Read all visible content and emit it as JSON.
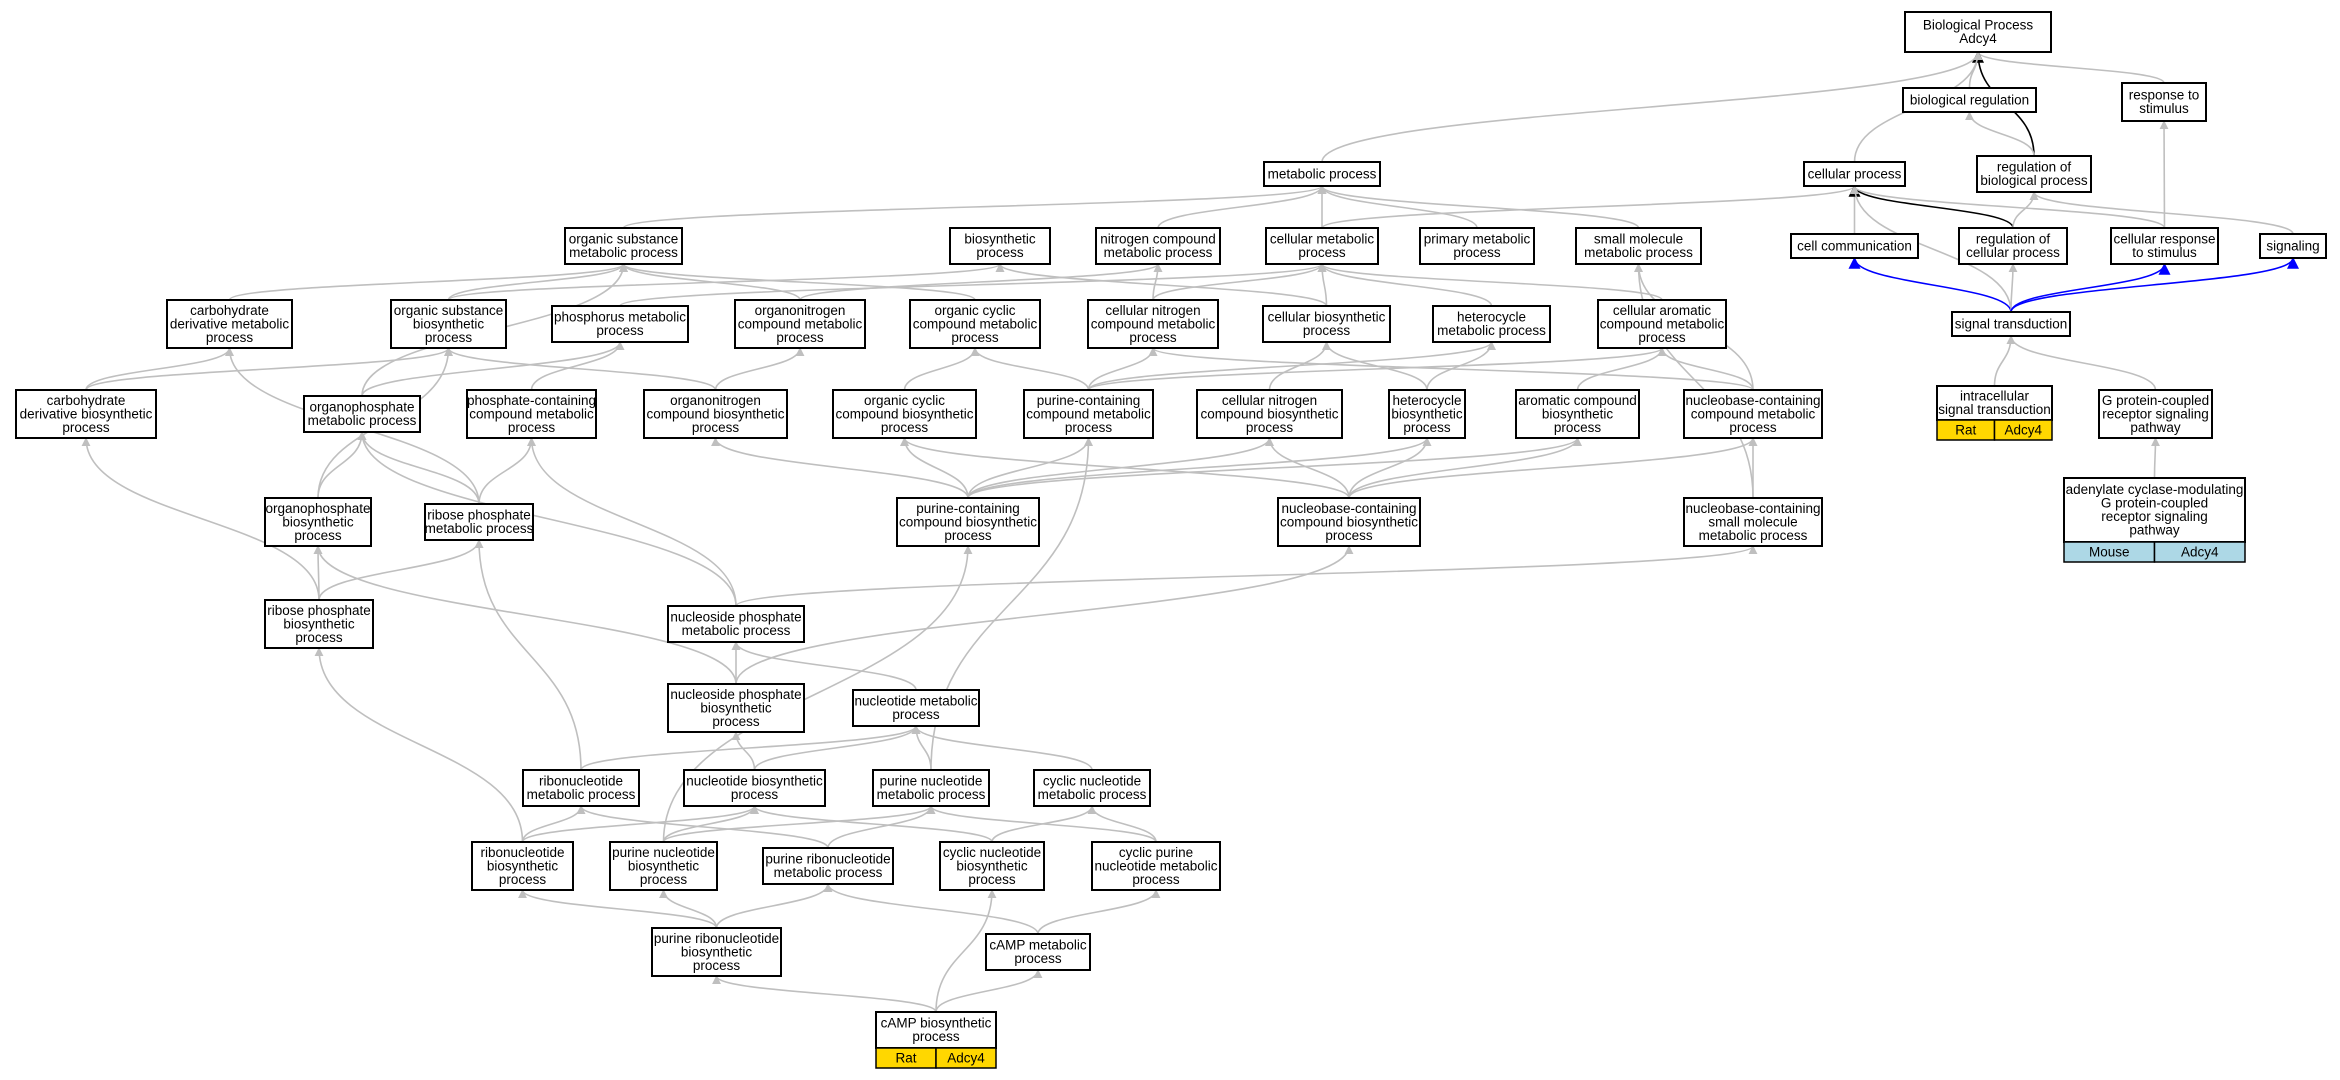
{
  "colors": {
    "edge_default": "#bfbfbf",
    "edge_black": "#000000",
    "edge_blue": "#0000ff",
    "tag_rat": "#ffd700",
    "tag_mouse": "#add8e6"
  },
  "nodes": [
    {
      "id": "bp",
      "lines": [
        "Biological Process",
        "Adcy4"
      ]
    },
    {
      "id": "bioreg",
      "lines": [
        "biological regulation"
      ]
    },
    {
      "id": "resp",
      "lines": [
        "response to",
        "stimulus"
      ]
    },
    {
      "id": "metab",
      "lines": [
        "metabolic process"
      ]
    },
    {
      "id": "cellproc",
      "lines": [
        "cellular process"
      ]
    },
    {
      "id": "regbio",
      "lines": [
        "regulation of",
        "biological process"
      ]
    },
    {
      "id": "orgsub",
      "lines": [
        "organic substance",
        "metabolic process"
      ]
    },
    {
      "id": "biosyn",
      "lines": [
        "biosynthetic",
        "process"
      ]
    },
    {
      "id": "nitro",
      "lines": [
        "nitrogen compound",
        "metabolic process"
      ]
    },
    {
      "id": "cellmet",
      "lines": [
        "cellular metabolic",
        "process"
      ]
    },
    {
      "id": "primary",
      "lines": [
        "primary metabolic",
        "process"
      ]
    },
    {
      "id": "smallmol",
      "lines": [
        "small molecule",
        "metabolic process"
      ]
    },
    {
      "id": "cellcomm",
      "lines": [
        "cell communication"
      ]
    },
    {
      "id": "regcell",
      "lines": [
        "regulation of",
        "cellular process"
      ]
    },
    {
      "id": "cellresp",
      "lines": [
        "cellular response",
        "to stimulus"
      ]
    },
    {
      "id": "signaling",
      "lines": [
        "signaling"
      ]
    },
    {
      "id": "carbder",
      "lines": [
        "carbohydrate",
        "derivative metabolic",
        "process"
      ]
    },
    {
      "id": "orgsubbio",
      "lines": [
        "organic substance",
        "biosynthetic",
        "process"
      ]
    },
    {
      "id": "phosmet",
      "lines": [
        "phosphorus metabolic",
        "process"
      ]
    },
    {
      "id": "orgnitro",
      "lines": [
        "organonitrogen",
        "compound metabolic",
        "process"
      ]
    },
    {
      "id": "orgcyc",
      "lines": [
        "organic cyclic",
        "compound metabolic",
        "process"
      ]
    },
    {
      "id": "cellnitro",
      "lines": [
        "cellular nitrogen",
        "compound metabolic",
        "process"
      ]
    },
    {
      "id": "cellbio",
      "lines": [
        "cellular biosynthetic",
        "process"
      ]
    },
    {
      "id": "hetero",
      "lines": [
        "heterocycle",
        "metabolic process"
      ]
    },
    {
      "id": "cellarom",
      "lines": [
        "cellular aromatic",
        "compound metabolic",
        "process"
      ]
    },
    {
      "id": "sigtrans",
      "lines": [
        "signal transduction"
      ]
    },
    {
      "id": "carbderbio",
      "lines": [
        "carbohydrate",
        "derivative biosynthetic",
        "process"
      ]
    },
    {
      "id": "orgphos",
      "lines": [
        "organophosphate",
        "metabolic process"
      ]
    },
    {
      "id": "phoscont",
      "lines": [
        "phosphate-containing",
        "compound metabolic",
        "process"
      ]
    },
    {
      "id": "orgnitrobio",
      "lines": [
        "organonitrogen",
        "compound biosynthetic",
        "process"
      ]
    },
    {
      "id": "orgcycbio",
      "lines": [
        "organic cyclic",
        "compound biosynthetic",
        "process"
      ]
    },
    {
      "id": "purcont",
      "lines": [
        "purine-containing",
        "compound metabolic",
        "process"
      ]
    },
    {
      "id": "cellnitrobio",
      "lines": [
        "cellular nitrogen",
        "compound biosynthetic",
        "process"
      ]
    },
    {
      "id": "heterobio",
      "lines": [
        "heterocycle",
        "biosynthetic",
        "process"
      ]
    },
    {
      "id": "arombio",
      "lines": [
        "aromatic compound",
        "biosynthetic",
        "process"
      ]
    },
    {
      "id": "nucbase",
      "lines": [
        "nucleobase-containing",
        "compound metabolic",
        "process"
      ]
    },
    {
      "id": "intracell",
      "lines": [
        "intracellular",
        "signal transduction"
      ],
      "tags": [
        {
          "label": "Rat",
          "color": "#ffd700"
        },
        {
          "label": "Adcy4",
          "color": "#ffd700"
        }
      ]
    },
    {
      "id": "gpcr",
      "lines": [
        "G protein-coupled",
        "receptor signaling",
        "pathway"
      ]
    },
    {
      "id": "orgphosbio",
      "lines": [
        "organophosphate",
        "biosynthetic",
        "process"
      ]
    },
    {
      "id": "ribphos",
      "lines": [
        "ribose phosphate",
        "metabolic process"
      ]
    },
    {
      "id": "purcontbio",
      "lines": [
        "purine-containing",
        "compound biosynthetic",
        "process"
      ]
    },
    {
      "id": "nucbasebio",
      "lines": [
        "nucleobase-containing",
        "compound biosynthetic",
        "process"
      ]
    },
    {
      "id": "nucbasesmall",
      "lines": [
        "nucleobase-containing",
        "small molecule",
        "metabolic process"
      ]
    },
    {
      "id": "adenylate",
      "lines": [
        "adenylate cyclase-modulating",
        "G protein-coupled",
        "receptor signaling",
        "pathway"
      ],
      "tags": [
        {
          "label": "Mouse",
          "color": "#add8e6"
        },
        {
          "label": "Adcy4",
          "color": "#add8e6"
        }
      ]
    },
    {
      "id": "ribphosbio",
      "lines": [
        "ribose phosphate",
        "biosynthetic",
        "process"
      ]
    },
    {
      "id": "nucsidephos",
      "lines": [
        "nucleoside phosphate",
        "metabolic process"
      ]
    },
    {
      "id": "nucsidephosbio",
      "lines": [
        "nucleoside phosphate",
        "biosynthetic",
        "process"
      ]
    },
    {
      "id": "nucmet",
      "lines": [
        "nucleotide metabolic",
        "process"
      ]
    },
    {
      "id": "ribnucmet",
      "lines": [
        "ribonucleotide",
        "metabolic process"
      ]
    },
    {
      "id": "nucbio",
      "lines": [
        "nucleotide biosynthetic",
        "process"
      ]
    },
    {
      "id": "purnucmet",
      "lines": [
        "purine nucleotide",
        "metabolic process"
      ]
    },
    {
      "id": "cycnucmet",
      "lines": [
        "cyclic nucleotide",
        "metabolic process"
      ]
    },
    {
      "id": "ribnucbio",
      "lines": [
        "ribonucleotide",
        "biosynthetic",
        "process"
      ]
    },
    {
      "id": "purnucbio",
      "lines": [
        "purine nucleotide",
        "biosynthetic",
        "process"
      ]
    },
    {
      "id": "purribmet",
      "lines": [
        "purine ribonucleotide",
        "metabolic process"
      ]
    },
    {
      "id": "cycnucbio",
      "lines": [
        "cyclic nucleotide",
        "biosynthetic",
        "process"
      ]
    },
    {
      "id": "cycpur",
      "lines": [
        "cyclic purine",
        "nucleotide metabolic",
        "process"
      ]
    },
    {
      "id": "purribbio",
      "lines": [
        "purine ribonucleotide",
        "biosynthetic",
        "process"
      ]
    },
    {
      "id": "camp",
      "lines": [
        "cAMP metabolic",
        "process"
      ]
    },
    {
      "id": "campbio",
      "lines": [
        "cAMP biosynthetic",
        "process"
      ],
      "tags": [
        {
          "label": "Rat",
          "color": "#ffd700"
        },
        {
          "label": "Adcy4",
          "color": "#ffd700"
        }
      ]
    }
  ],
  "edges": [
    [
      "bioreg",
      "bp",
      "default"
    ],
    [
      "resp",
      "bp",
      "default"
    ],
    [
      "regbio",
      "bp",
      "black"
    ],
    [
      "metab",
      "bp",
      "default"
    ],
    [
      "cellproc",
      "bp",
      "default"
    ],
    [
      "regbio",
      "bioreg",
      "default"
    ],
    [
      "cellresp",
      "resp",
      "default"
    ],
    [
      "orgsub",
      "metab",
      "default"
    ],
    [
      "nitro",
      "metab",
      "default"
    ],
    [
      "cellmet",
      "metab",
      "default"
    ],
    [
      "primary",
      "metab",
      "default"
    ],
    [
      "smallmol",
      "metab",
      "default"
    ],
    [
      "cellmet",
      "cellproc",
      "default"
    ],
    [
      "cellcomm",
      "cellproc",
      "default"
    ],
    [
      "regcell",
      "cellproc",
      "black"
    ],
    [
      "cellresp",
      "cellproc",
      "default"
    ],
    [
      "sigtrans",
      "cellproc",
      "default"
    ],
    [
      "regcell",
      "regbio",
      "default"
    ],
    [
      "signaling",
      "regbio",
      "default"
    ],
    [
      "carbder",
      "orgsub",
      "default"
    ],
    [
      "orgsubbio",
      "orgsub",
      "default"
    ],
    [
      "orgnitro",
      "orgsub",
      "default"
    ],
    [
      "orgcyc",
      "orgsub",
      "default"
    ],
    [
      "orgphos",
      "orgsub",
      "default"
    ],
    [
      "orgsubbio",
      "biosyn",
      "default"
    ],
    [
      "cellbio",
      "biosyn",
      "default"
    ],
    [
      "orgnitro",
      "nitro",
      "default"
    ],
    [
      "cellnitro",
      "nitro",
      "default"
    ],
    [
      "phosmet",
      "cellmet",
      "default"
    ],
    [
      "cellnitro",
      "cellmet",
      "default"
    ],
    [
      "cellbio",
      "cellmet",
      "default"
    ],
    [
      "hetero",
      "cellmet",
      "default"
    ],
    [
      "cellarom",
      "cellmet",
      "default"
    ],
    [
      "nucbase",
      "smallmol",
      "default"
    ],
    [
      "nucbasesmall",
      "smallmol",
      "default"
    ],
    [
      "sigtrans",
      "cellcomm",
      "blue"
    ],
    [
      "sigtrans",
      "regcell",
      "default"
    ],
    [
      "sigtrans",
      "cellresp",
      "blue"
    ],
    [
      "sigtrans",
      "signaling",
      "blue"
    ],
    [
      "intracell",
      "sigtrans",
      "default"
    ],
    [
      "gpcr",
      "sigtrans",
      "default"
    ],
    [
      "adenylate",
      "gpcr",
      "default"
    ],
    [
      "carbderbio",
      "carbder",
      "default"
    ],
    [
      "carbderbio",
      "orgsubbio",
      "default"
    ],
    [
      "orgphos",
      "phosmet",
      "default"
    ],
    [
      "phoscont",
      "phosmet",
      "default"
    ],
    [
      "orgnitrobio",
      "orgnitro",
      "default"
    ],
    [
      "orgnitrobio",
      "orgsubbio",
      "default"
    ],
    [
      "orgcycbio",
      "orgcyc",
      "default"
    ],
    [
      "purcont",
      "orgcyc",
      "default"
    ],
    [
      "purcont",
      "cellnitro",
      "default"
    ],
    [
      "nucbase",
      "cellnitro",
      "default"
    ],
    [
      "cellnitrobio",
      "cellbio",
      "default"
    ],
    [
      "heterobio",
      "cellbio",
      "default"
    ],
    [
      "heterobio",
      "hetero",
      "default"
    ],
    [
      "purcont",
      "hetero",
      "default"
    ],
    [
      "arombio",
      "cellarom",
      "default"
    ],
    [
      "nucbase",
      "cellarom",
      "default"
    ],
    [
      "purcont",
      "cellarom",
      "default"
    ],
    [
      "ribphos",
      "orgphos",
      "default"
    ],
    [
      "orgphosbio",
      "orgphos",
      "default"
    ],
    [
      "nucsidephos",
      "orgphos",
      "default"
    ],
    [
      "ribphos",
      "phoscont",
      "default"
    ],
    [
      "nucsidephos",
      "phoscont",
      "default"
    ],
    [
      "orgphosbio",
      "orgsubbio",
      "default"
    ],
    [
      "ribphos",
      "carbder",
      "default"
    ],
    [
      "purcontbio",
      "purcont",
      "default"
    ],
    [
      "purcontbio",
      "orgcycbio",
      "default"
    ],
    [
      "purcontbio",
      "orgnitrobio",
      "default"
    ],
    [
      "purcontbio",
      "cellnitrobio",
      "default"
    ],
    [
      "purcontbio",
      "heterobio",
      "default"
    ],
    [
      "purcontbio",
      "arombio",
      "default"
    ],
    [
      "nucbasebio",
      "nucbase",
      "default"
    ],
    [
      "nucbasebio",
      "cellnitrobio",
      "default"
    ],
    [
      "nucbasebio",
      "heterobio",
      "default"
    ],
    [
      "nucbasebio",
      "arombio",
      "default"
    ],
    [
      "nucbasebio",
      "orgcycbio",
      "default"
    ],
    [
      "nucbasesmall",
      "nucbase",
      "default"
    ],
    [
      "ribphosbio",
      "orgphosbio",
      "default"
    ],
    [
      "ribphosbio",
      "ribphos",
      "default"
    ],
    [
      "ribphosbio",
      "carbderbio",
      "default"
    ],
    [
      "nucsidephos",
      "nucbasesmall",
      "default"
    ],
    [
      "nucsidephosbio",
      "nucsidephos",
      "default"
    ],
    [
      "nucsidephosbio",
      "nucbasebio",
      "default"
    ],
    [
      "nucsidephosbio",
      "orgphosbio",
      "default"
    ],
    [
      "nucmet",
      "nucsidephos",
      "default"
    ],
    [
      "ribnucmet",
      "nucmet",
      "default"
    ],
    [
      "nucbio",
      "nucmet",
      "default"
    ],
    [
      "purnucmet",
      "nucmet",
      "default"
    ],
    [
      "cycnucmet",
      "nucmet",
      "default"
    ],
    [
      "nucbio",
      "nucsidephosbio",
      "default"
    ],
    [
      "ribnucmet",
      "ribphos",
      "default"
    ],
    [
      "purnucmet",
      "purcont",
      "default"
    ],
    [
      "ribnucbio",
      "ribnucmet",
      "default"
    ],
    [
      "ribnucbio",
      "nucbio",
      "default"
    ],
    [
      "ribnucbio",
      "ribphosbio",
      "default"
    ],
    [
      "purnucbio",
      "nucbio",
      "default"
    ],
    [
      "purnucbio",
      "purnucmet",
      "default"
    ],
    [
      "purnucbio",
      "purcontbio",
      "default"
    ],
    [
      "purribmet",
      "ribnucmet",
      "default"
    ],
    [
      "purribmet",
      "purnucmet",
      "default"
    ],
    [
      "cycnucbio",
      "cycnucmet",
      "default"
    ],
    [
      "cycnucbio",
      "nucbio",
      "default"
    ],
    [
      "cycpur",
      "cycnucmet",
      "default"
    ],
    [
      "cycpur",
      "purnucmet",
      "default"
    ],
    [
      "purribbio",
      "ribnucbio",
      "default"
    ],
    [
      "purribbio",
      "purnucbio",
      "default"
    ],
    [
      "purribbio",
      "purribmet",
      "default"
    ],
    [
      "camp",
      "cycpur",
      "default"
    ],
    [
      "camp",
      "purribmet",
      "default"
    ],
    [
      "campbio",
      "camp",
      "default"
    ],
    [
      "campbio",
      "cycnucbio",
      "default"
    ],
    [
      "campbio",
      "purribbio",
      "default"
    ]
  ]
}
